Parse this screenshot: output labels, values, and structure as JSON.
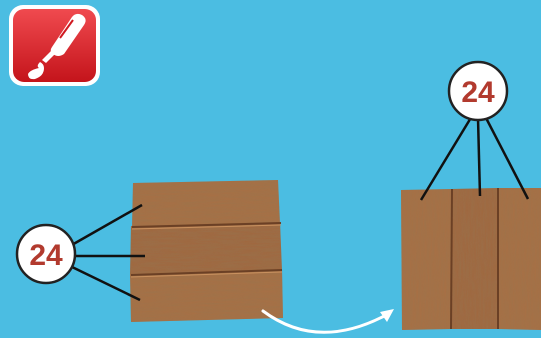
{
  "glue_icon": {
    "icon": "glue-bottle-icon",
    "color": "#e3232b"
  },
  "left_group": {
    "part_number": "24",
    "piece_count": 3
  },
  "right_group": {
    "part_number": "24",
    "piece_count": 3
  },
  "transition": {
    "icon": "curved-arrow-icon"
  },
  "colors": {
    "background": "#4bbde2",
    "wood": "#a86f45",
    "label_text": "#b23a2e"
  }
}
